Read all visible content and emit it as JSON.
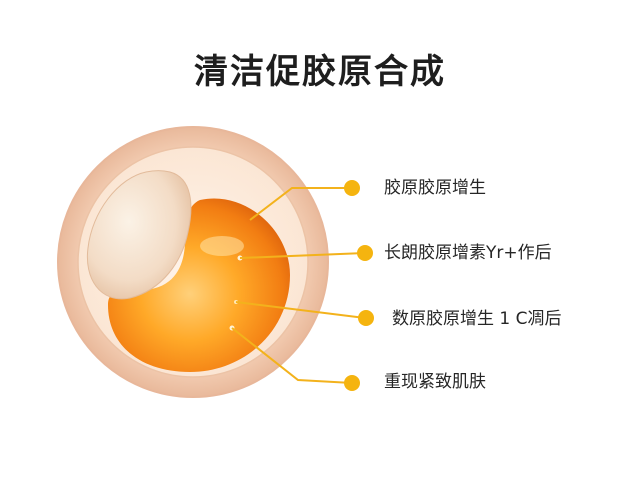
{
  "title": "清洁促胶原合成",
  "labels": [
    "胶原胶原增生",
    "长朗胶原增素Yr+作后",
    "数原胶原增生 1 C凋后",
    "重现紧致肌肤"
  ],
  "colors": {
    "accent": "#f5b40f",
    "yolk": "#f39a1c",
    "outer_ring": "#f2cdb4",
    "white_blob": "#f6e2cf"
  }
}
